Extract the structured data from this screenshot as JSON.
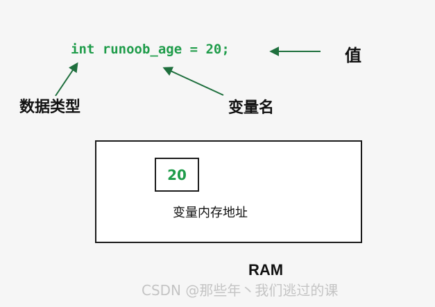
{
  "diagram": {
    "code_line": "int runoob_age = 20;",
    "label_value": "值",
    "label_data_type": "数据类型",
    "label_variable_name": "变量名",
    "memory_value": "20",
    "memory_address_label": "变量内存地址",
    "ram_label": "RAM"
  },
  "watermark": "CSDN @那些年丶我们逃过的课",
  "colors": {
    "code_green": "#1f9c4a",
    "arrow_green": "#1e6f3d",
    "box_border": "#1a1a1a"
  }
}
